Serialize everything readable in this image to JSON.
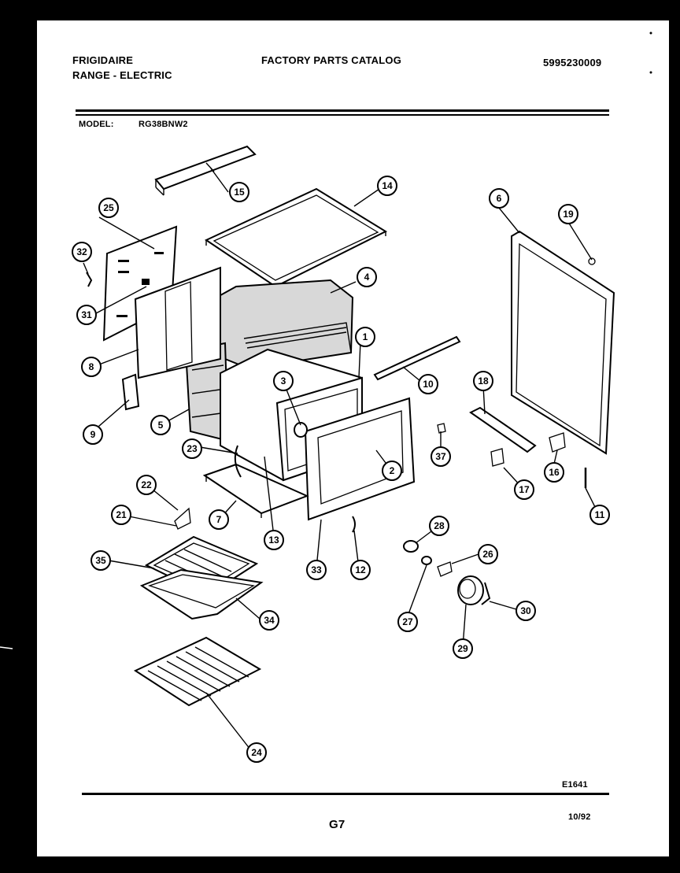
{
  "header": {
    "brand": "FRIGIDAIRE",
    "product": "RANGE - ELECTRIC",
    "catalog_title": "FACTORY PARTS CATALOG",
    "catalog_number": "5995230009",
    "model_label": "MODEL:",
    "model_number": "RG38BNW2"
  },
  "footer": {
    "drawing_code": "E1641",
    "page": "G7",
    "date": "10/92"
  },
  "callouts": [
    "1",
    "2",
    "3",
    "4",
    "5",
    "6",
    "7",
    "8",
    "9",
    "10",
    "11",
    "12",
    "13",
    "14",
    "15",
    "16",
    "17",
    "18",
    "19",
    "21",
    "22",
    "23",
    "24",
    "25",
    "26",
    "26",
    "27",
    "28",
    "29",
    "30",
    "31",
    "32",
    "33",
    "34",
    "35",
    "37"
  ]
}
